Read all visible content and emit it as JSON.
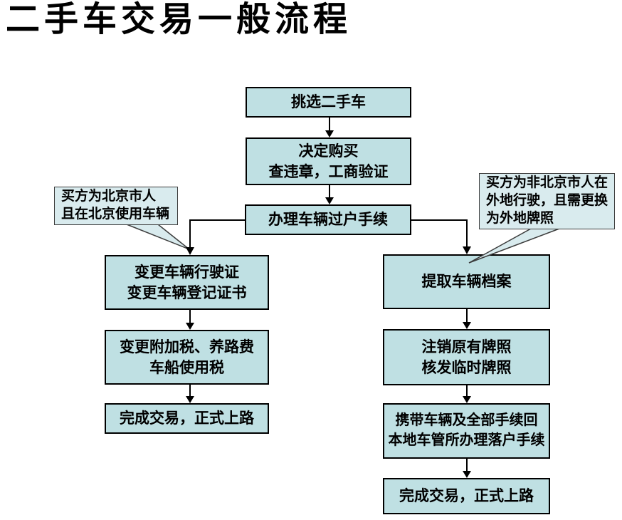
{
  "title": "二手车交易一般流程",
  "colors": {
    "background": "#ffffff",
    "box_fill": "#bfe0e3",
    "box_border": "#000000",
    "callout_fill": "#d9ebee",
    "callout_border": "#3c3c3c",
    "arrow": "#000000",
    "text": "#000000"
  },
  "nodes": {
    "pick": {
      "lines": [
        "挑选二手车"
      ]
    },
    "decide": {
      "lines": [
        "决定购买",
        "查违章，工商验证"
      ]
    },
    "transfer": {
      "lines": [
        "办理车辆过户手续"
      ]
    },
    "change_license": {
      "lines": [
        "变更车辆行驶证",
        "变更车辆登记证书"
      ]
    },
    "change_tax": {
      "lines": [
        "变更附加税、养路费",
        "车船使用税"
      ]
    },
    "complete_left": {
      "lines": [
        "完成交易，正式上路"
      ]
    },
    "extract_archive": {
      "lines": [
        "提取车辆档案"
      ]
    },
    "cancel_plates": {
      "lines": [
        "注销原有牌照",
        "核发临时牌照"
      ]
    },
    "return_local": {
      "lines": [
        "携带车辆及全部手续回",
        "本地车管所办理落户手续"
      ]
    },
    "complete_right": {
      "lines": [
        "完成交易，正式上路"
      ]
    }
  },
  "callouts": {
    "beijing_buyer": {
      "lines": [
        "买方为北京市人",
        "且在北京使用车辆"
      ],
      "points_to": "change_license"
    },
    "non_beijing_buyer": {
      "lines": [
        "买方为非北京市人在",
        "外地行驶，且需更换",
        "为外地牌照"
      ],
      "points_to": "extract_archive"
    }
  },
  "edges": [
    {
      "from": "pick",
      "to": "decide"
    },
    {
      "from": "decide",
      "to": "transfer"
    },
    {
      "from": "transfer",
      "to": "change_license"
    },
    {
      "from": "transfer",
      "to": "extract_archive"
    },
    {
      "from": "change_license",
      "to": "change_tax"
    },
    {
      "from": "change_tax",
      "to": "complete_left"
    },
    {
      "from": "extract_archive",
      "to": "cancel_plates"
    },
    {
      "from": "cancel_plates",
      "to": "return_local"
    },
    {
      "from": "return_local",
      "to": "complete_right"
    }
  ]
}
